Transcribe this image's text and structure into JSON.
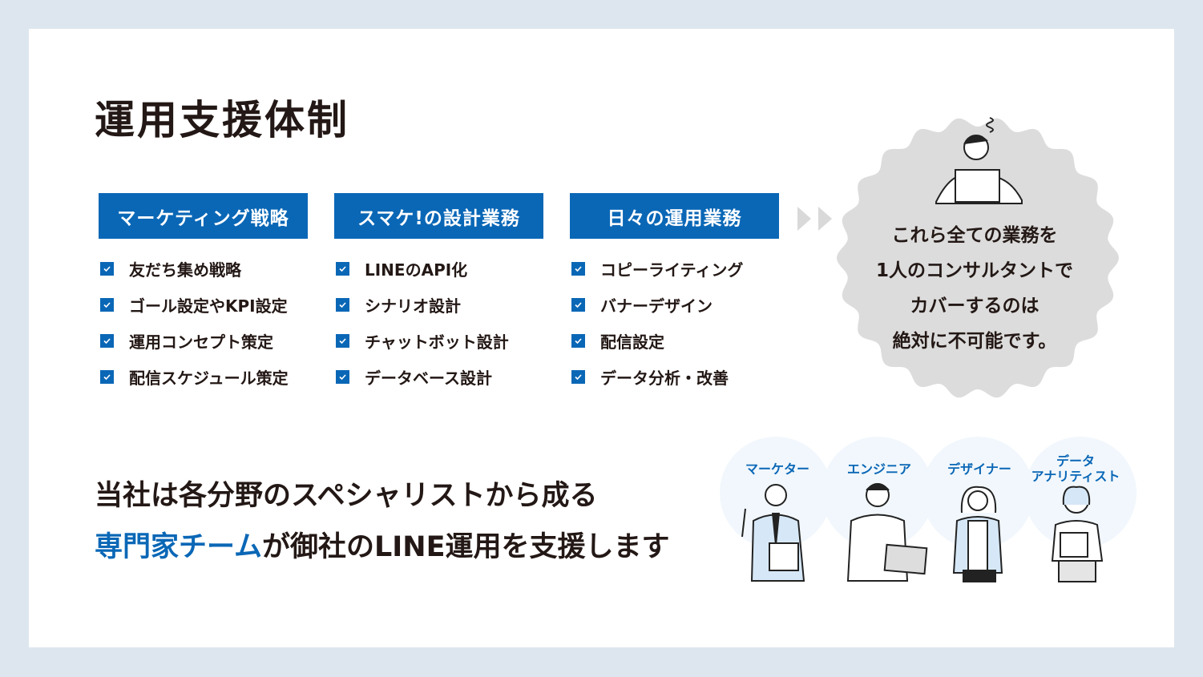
{
  "title": "運用支援体制",
  "columns": [
    {
      "header": "マーケティング戦略",
      "items": [
        "友だち集め戦略",
        "ゴール設定やKPI設定",
        "運用コンセプト策定",
        "配信スケジュール策定"
      ]
    },
    {
      "header": "スマケ!の設計業務",
      "items": [
        "LINEのAPI化",
        "シナリオ設計",
        "チャットボット設計",
        "データベース設計"
      ]
    },
    {
      "header": "日々の運用業務",
      "items": [
        "コピーライティング",
        "バナーデザイン",
        "配信設定",
        "データ分析・改善"
      ]
    }
  ],
  "bubble": {
    "lines": [
      "これら全ての業務を",
      "1人のコンサルタントで",
      "カバーするのは",
      "絶対に不可能です。"
    ]
  },
  "bottom": {
    "line1": "当社は各分野のスペシャリストから成る",
    "line2_highlight": "専門家チーム",
    "line2_rest": "が御社のLINE運用を支援します"
  },
  "specialists": [
    {
      "label": "マーケター"
    },
    {
      "label": "エンジニア"
    },
    {
      "label": "デザイナー"
    },
    {
      "label": "データ\nアナリティスト",
      "l1": "データ",
      "l2": "アナリティスト"
    }
  ],
  "colors": {
    "accent": "#0a67b6",
    "background": "#dde6ee"
  }
}
